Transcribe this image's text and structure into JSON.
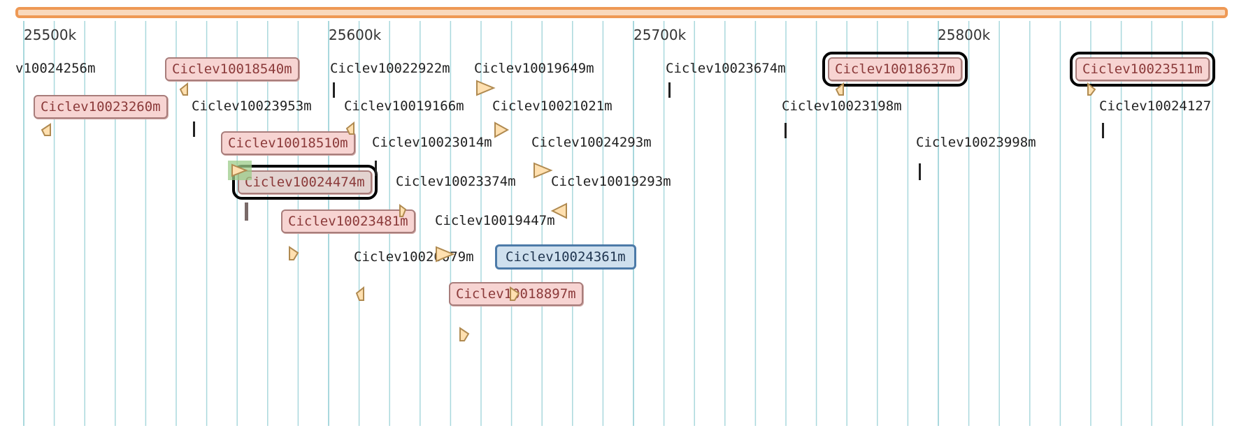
{
  "track": {
    "coordinate_ticks": [
      "25500k",
      "25600k",
      "25700k",
      "25800k"
    ]
  },
  "genes": [
    {
      "label": "v10024256m",
      "style": "plain"
    },
    {
      "label": "Ciclev10018540m",
      "style": "pink"
    },
    {
      "label": "Ciclev10022922m",
      "style": "plain"
    },
    {
      "label": "Ciclev10019649m",
      "style": "plain"
    },
    {
      "label": "Ciclev10023674m",
      "style": "plain"
    },
    {
      "label": "Ciclev10018637m",
      "style": "pink-selected"
    },
    {
      "label": "Ciclev10023511m",
      "style": "pink-selected"
    },
    {
      "label": "Ciclev10023260m",
      "style": "pink"
    },
    {
      "label": "Ciclev10023953m",
      "style": "plain"
    },
    {
      "label": "Ciclev10019166m",
      "style": "plain"
    },
    {
      "label": "Ciclev10021021m",
      "style": "plain"
    },
    {
      "label": "Ciclev10023198m",
      "style": "plain"
    },
    {
      "label": "Ciclev10024127",
      "style": "plain"
    },
    {
      "label": "Ciclev10018510m",
      "style": "pink"
    },
    {
      "label": "Ciclev10023014m",
      "style": "plain"
    },
    {
      "label": "Ciclev10024293m",
      "style": "plain"
    },
    {
      "label": "Ciclev10023998m",
      "style": "plain"
    },
    {
      "label": "Ciclev10024474m",
      "style": "grey-selected"
    },
    {
      "label": "Ciclev10023374m",
      "style": "plain"
    },
    {
      "label": "Ciclev10019293m",
      "style": "plain"
    },
    {
      "label": "Ciclev10023481m",
      "style": "pink"
    },
    {
      "label": "Ciclev10019447m",
      "style": "plain"
    },
    {
      "label": "Ciclev10020079m",
      "style": "plain"
    },
    {
      "label": "Ciclev10024361m",
      "style": "blue"
    },
    {
      "label": "Ciclev10018897m",
      "style": "pink"
    }
  ],
  "colors": {
    "coordinate_bar": "#ee9955",
    "gridline": "#a9d8dd",
    "highlight_fill": "#f7d4d2",
    "focus_fill": "#cfe0ee",
    "glyph_fill": "#ffe0b0",
    "glyph_stroke": "#b08a50"
  }
}
